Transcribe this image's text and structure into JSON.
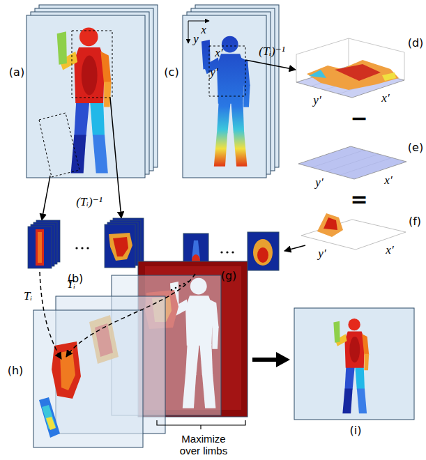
{
  "diagram": {
    "labels": [
      "(a)",
      "(c)",
      "x",
      "y",
      "x′",
      "y′",
      "(Tᵢ)⁻¹",
      "(d)",
      "y′",
      "x′",
      "−",
      "(e)",
      "y′",
      "x′",
      "=",
      "(f)",
      "y′",
      "x′",
      "(Tᵢ)⁻¹",
      "(b)",
      "(g)",
      "Tᵢ",
      "Tᵢ",
      "(h)",
      "Maximize over limbs",
      "(i)"
    ]
  }
}
